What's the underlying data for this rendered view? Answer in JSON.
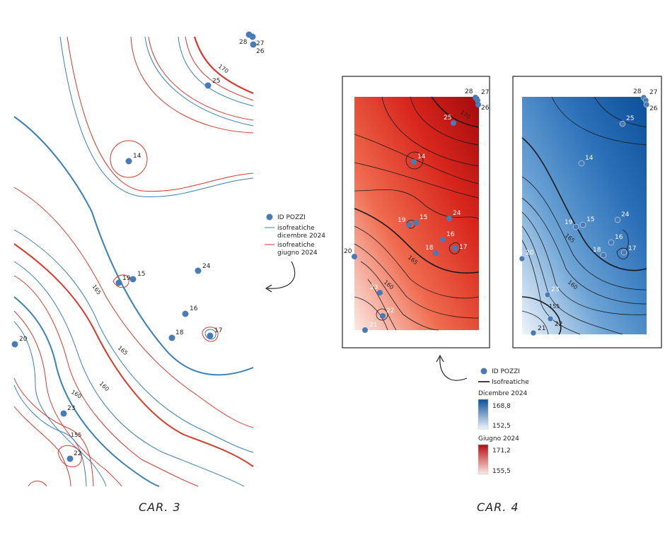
{
  "car3": {
    "caption": "CAR. 3",
    "contour_labels": [
      "170",
      "165",
      "165",
      "160",
      "160",
      "155"
    ],
    "wells": [
      "28",
      "27",
      "26",
      "25",
      "14",
      "19",
      "15",
      "24",
      "16",
      "18",
      "17",
      "20",
      "23",
      "22"
    ],
    "legend": {
      "wells": "ID POZZI",
      "dec_line1": "isofreatiche",
      "dec_line2": "dicembre 2024",
      "jun_line1": "isofreatiche",
      "jun_line2": "giugno 2024"
    },
    "colors": {
      "december": "#3a7fb8",
      "june": "#d33b2c",
      "well": "#4a7bb7"
    }
  },
  "car4": {
    "caption": "CAR. 4",
    "wells_june": [
      "28",
      "27",
      "26",
      "25",
      "14",
      "19",
      "15",
      "24",
      "16",
      "18",
      "17",
      "20",
      "23",
      "22",
      "21"
    ],
    "wells_dec": [
      "28",
      "27",
      "26",
      "25",
      "14",
      "19",
      "15",
      "24",
      "16",
      "18",
      "17",
      "20",
      "23",
      "22",
      "21"
    ],
    "contour_labels_june": [
      "170",
      "165",
      "160"
    ],
    "contour_labels_dec": [
      "165",
      "160",
      "155"
    ],
    "legend": {
      "wells": "ID POZZI",
      "isolines": "Isofreatiche",
      "dec_title": "Dicembre 2024",
      "dec_max": "168,8",
      "dec_min": "152,5",
      "jun_title": "Giugno 2024",
      "jun_max": "171,2",
      "jun_min": "155,5"
    },
    "colors": {
      "dec_dark": "#0c4f9a",
      "dec_light": "#eef4fb",
      "jun_dark": "#b30d10",
      "jun_light": "#fbe9e4"
    }
  }
}
